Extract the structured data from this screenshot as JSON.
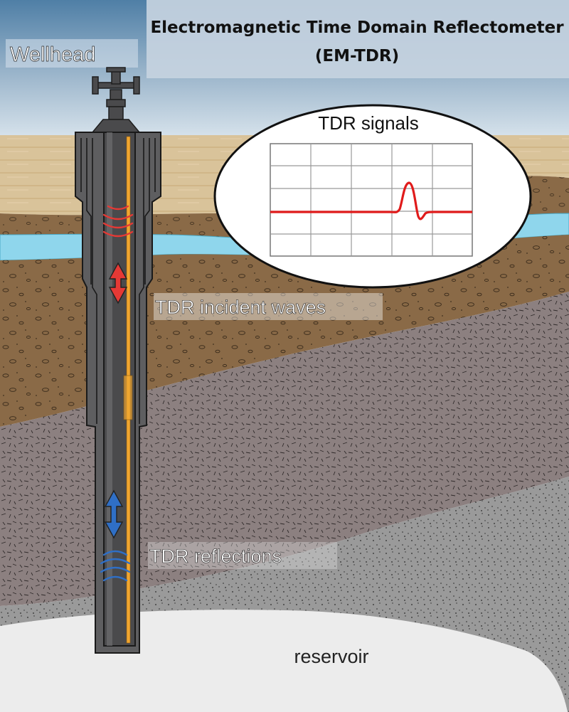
{
  "title": {
    "line1": "Electromagnetic Time Domain Reflectometer",
    "line2": "(EM-TDR)"
  },
  "labels": {
    "wellhead": "Wellhead",
    "tdr_signals": "TDR signals",
    "incident_waves": "TDR incident waves",
    "reflections": "TDR reflections",
    "reservoir": "reservoir"
  },
  "colors": {
    "sky_top": "#4f7fa6",
    "sky_bottom": "#dbe6ee",
    "title_box": "#c6d3df",
    "sand": "#d9c39a",
    "water": "#8fd6ec",
    "soil": "#8a6a47",
    "shale": "#8c8080",
    "sandstone": "#9a9a9a",
    "reservoir": "#ececec",
    "casing": "#5e5e60",
    "tubing": "#4a4a4c",
    "cable": "#f0a630",
    "incident_wave": "#e53935",
    "reflected_wave": "#2f6fc6",
    "signal_line": "#e01b1b"
  },
  "icons": {
    "incident": "double-arrow-red-icon",
    "reflection": "double-arrow-blue-icon",
    "wave": "wave-arcs-icon",
    "valve": "wellhead-valve-icon"
  }
}
